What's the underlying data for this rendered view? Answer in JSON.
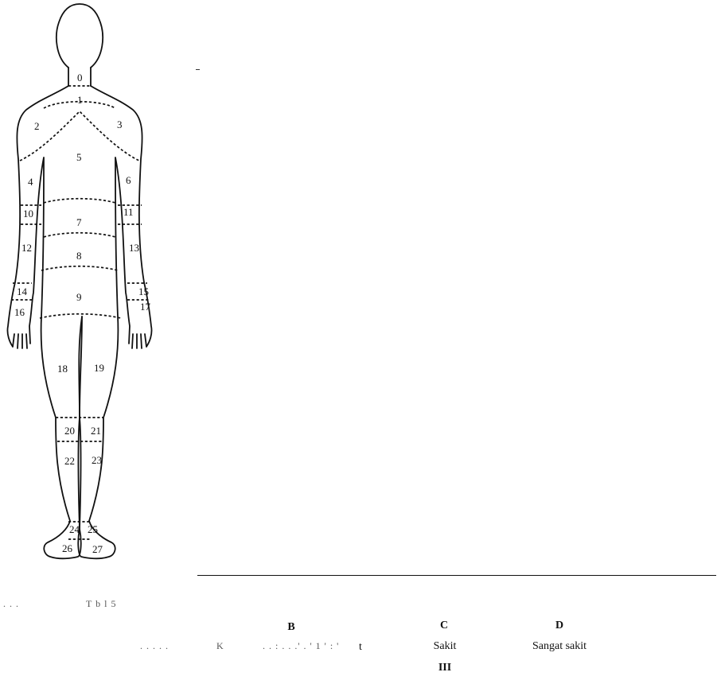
{
  "regions": [
    "0",
    "1",
    "2",
    "3",
    "4",
    "5",
    "6",
    "7",
    "8",
    "9",
    "10",
    "11",
    "12",
    "13",
    "14",
    "15",
    "16",
    "17",
    "18",
    "19",
    "20",
    "21",
    "22",
    "23",
    "24",
    "25",
    "26",
    "27"
  ],
  "caption": {
    "partial_left": ". . .",
    "partial_mid": "T b l 5",
    "partial_row": ". . . . .",
    "partial_k": "K",
    "partial_mid2": ". . : . . .' . ' 1 ' : '",
    "partial_t": "t"
  },
  "scale": {
    "b": {
      "letter": "B"
    },
    "c": {
      "letter": "C",
      "text": "Sakit"
    },
    "d": {
      "letter": "D",
      "text": "Sangat sakit"
    }
  },
  "roman": "III"
}
